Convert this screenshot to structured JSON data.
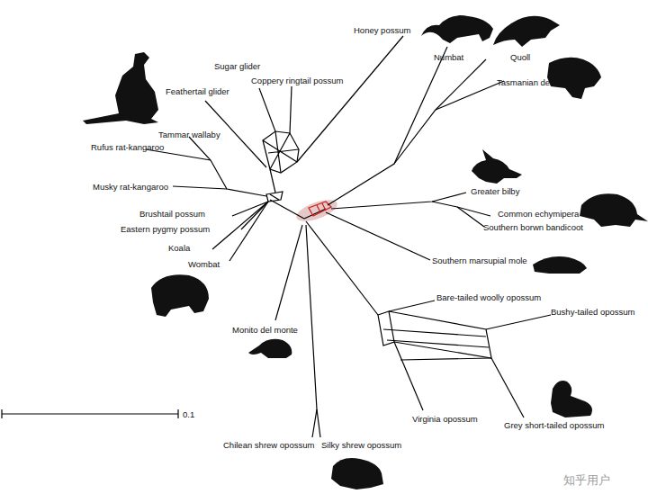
{
  "diagram": {
    "labels": [
      "Honey possum",
      "Numbat",
      "Quoll",
      "Tasmanian devil",
      "Sugar glider",
      "Coppery ringtail possum",
      "Feathertail glider",
      "Tammar wallaby",
      "Rufus rat-kangaroo",
      "Musky rat-kangaroo",
      "Brushtail possum",
      "Eastern pygmy possum",
      "Koala",
      "Wombat",
      "Greater bilby",
      "Common echymipera",
      "Southern borwn bandicoot",
      "Southern marsupial mole",
      "Bare-tailed woolly opossum",
      "Bushy-tailed opossum",
      "Monito del monte",
      "Virginia opossum",
      "Grey short-tailed opossum",
      "Chilean shrew opossum",
      "Silky shrew opossum",
      "0.1",
      "知乎用户"
    ]
  }
}
